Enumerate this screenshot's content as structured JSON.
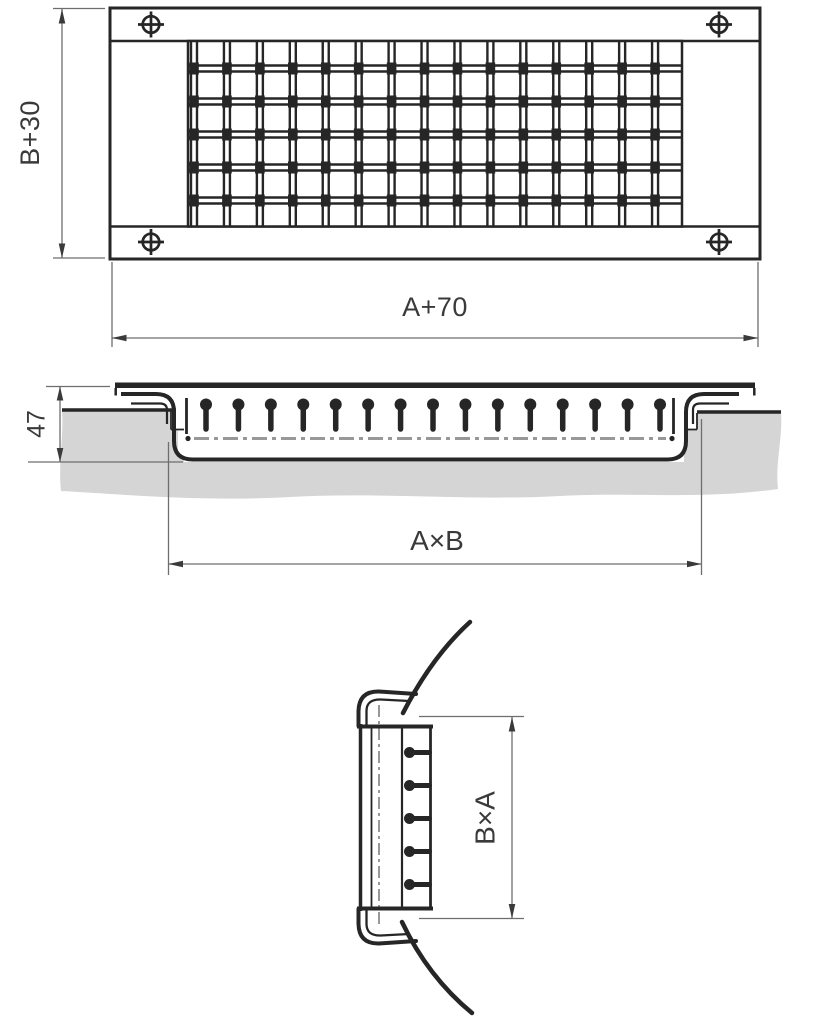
{
  "drawing": {
    "labels": {
      "front_height": "B+30",
      "front_width": "A+70",
      "section_depth": "47",
      "section_width": "A×B",
      "side_height": "B×A"
    },
    "structure": {
      "front_blades": 15,
      "front_crossbars": 5,
      "section_pins": 15,
      "side_pins": 5,
      "screws": 4
    },
    "colors": {
      "line": "#262626",
      "dim_line": "#6e6e6e",
      "wall_fill": "#d5d5d5",
      "centerline": "#989898",
      "background": "#ffffff"
    }
  }
}
